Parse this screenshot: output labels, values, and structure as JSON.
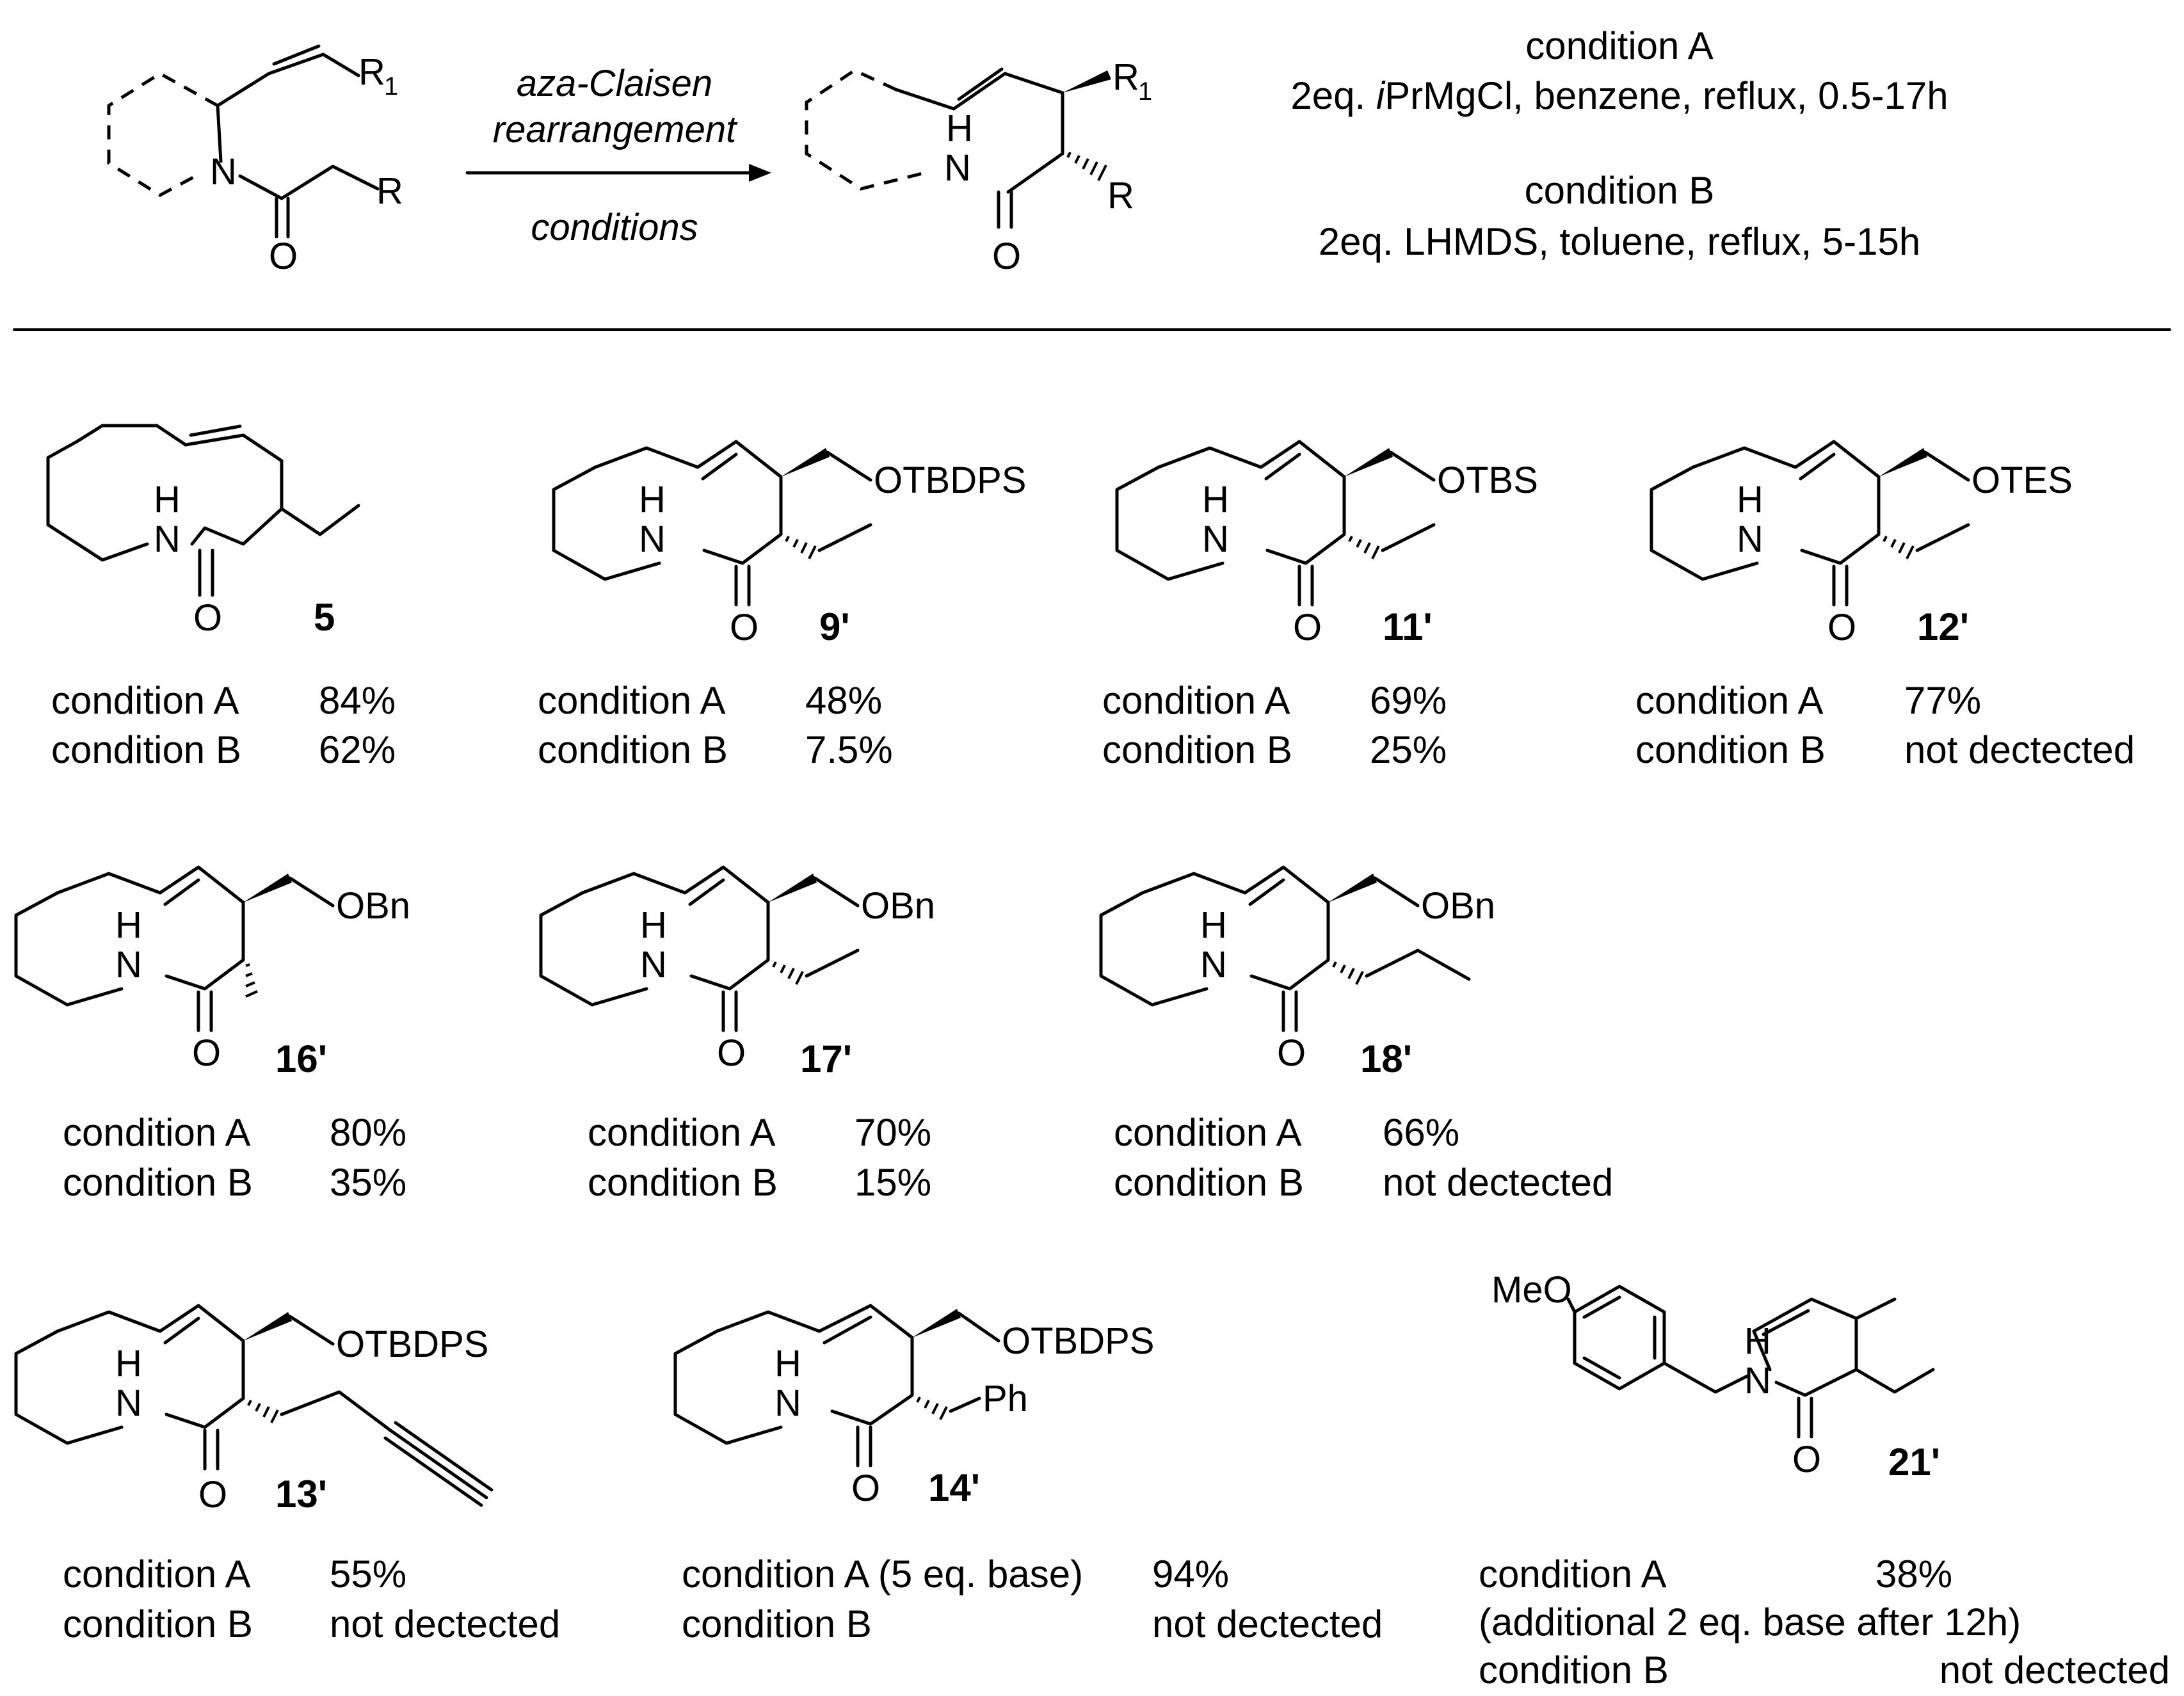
{
  "scheme": {
    "arrow_top": [
      "aza-Claisen",
      "rearrangement"
    ],
    "arrow_bottom": "conditions",
    "reactant_atoms": {
      "r1": "R",
      "r1_sub": "1",
      "n": "N",
      "r": "R",
      "o": "O"
    },
    "product_atoms": {
      "r1": "R",
      "r1_sub": "1",
      "h": "H",
      "n": "N",
      "r": "R",
      "o": "O"
    },
    "condition_a_title": "condition A",
    "condition_a_detail_pre": "2eq. ",
    "condition_a_detail_ital": "i",
    "condition_a_detail_post": "PrMgCl, benzene, reflux, 0.5-17h",
    "condition_b_title": "condition B",
    "condition_b_detail": "2eq. LHMDS, toluene, reflux, 5-15h"
  },
  "compounds": [
    {
      "id": "5",
      "substituent": "",
      "cond_a_label": "condition A",
      "cond_a_yield": "84%",
      "cond_b_label": "condition B",
      "cond_b_yield": "62%"
    },
    {
      "id": "9'",
      "substituent": "OTBDPS",
      "cond_a_label": "condition A",
      "cond_a_yield": "48%",
      "cond_b_label": "condition B",
      "cond_b_yield": "7.5%"
    },
    {
      "id": "11'",
      "substituent": "OTBS",
      "cond_a_label": "condition A",
      "cond_a_yield": "69%",
      "cond_b_label": "condition B",
      "cond_b_yield": "25%"
    },
    {
      "id": "12'",
      "substituent": "OTES",
      "cond_a_label": "condition A",
      "cond_a_yield": "77%",
      "cond_b_label": "condition B",
      "cond_b_yield": "not dectected"
    },
    {
      "id": "16'",
      "substituent": "OBn",
      "cond_a_label": "condition A",
      "cond_a_yield": "80%",
      "cond_b_label": "condition B",
      "cond_b_yield": "35%"
    },
    {
      "id": "17'",
      "substituent": "OBn",
      "cond_a_label": "condition A",
      "cond_a_yield": "70%",
      "cond_b_label": "condition B",
      "cond_b_yield": "15%"
    },
    {
      "id": "18'",
      "substituent": "OBn",
      "cond_a_label": "condition A",
      "cond_a_yield": "66%",
      "cond_b_label": "condition B",
      "cond_b_yield": "not dectected"
    },
    {
      "id": "13'",
      "substituent": "OTBDPS",
      "cond_a_label": "condition A",
      "cond_a_yield": "55%",
      "cond_b_label": "condition B",
      "cond_b_yield": "not dectected"
    },
    {
      "id": "14'",
      "substituent": "OTBDPS",
      "extra_atom": "Ph",
      "cond_a_label": "condition A (5 eq. base)",
      "cond_a_yield": "94%",
      "cond_b_label": "condition B",
      "cond_b_yield": "not dectected"
    },
    {
      "id": "21'",
      "substituent": "MeO",
      "cond_a_label": "condition A",
      "cond_a_yield": "38%",
      "cond_a_note": "(additional 2 eq. base after 12h)",
      "cond_b_label": "condition B",
      "cond_b_yield": "not dectected"
    }
  ],
  "atoms": {
    "n": "N",
    "h": "H",
    "o": "O"
  }
}
